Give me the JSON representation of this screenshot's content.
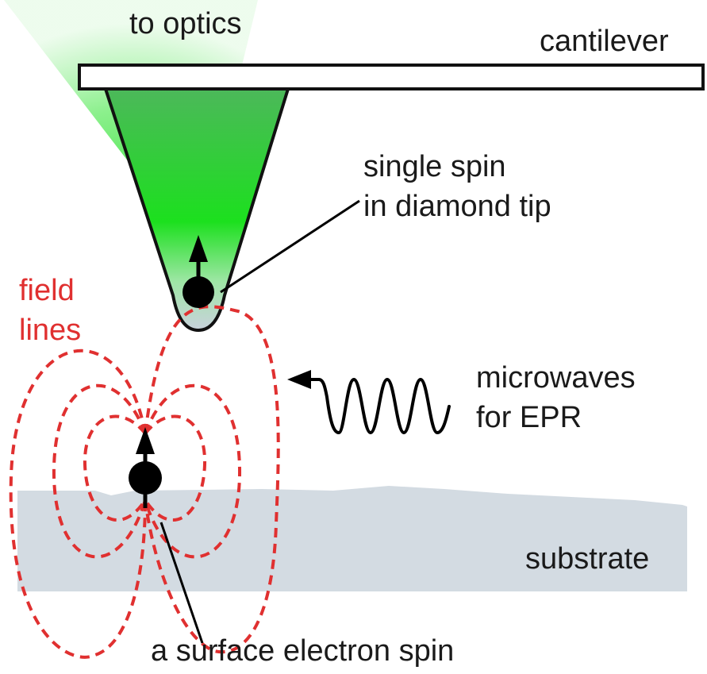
{
  "labels": {
    "to_optics": "to optics",
    "cantilever": "cantilever",
    "single_spin_line1": "single spin",
    "single_spin_line2": "in diamond tip",
    "field_lines_line1": "field",
    "field_lines_line2": "lines",
    "microwaves_line1": "microwaves",
    "microwaves_line2": "for EPR",
    "substrate": "substrate",
    "surface_spin": "a surface electron spin"
  },
  "colors": {
    "laser_green": "#27e02a",
    "field_line_red": "#e03030",
    "substrate_gray": "#d3dbe2",
    "tip_gray": "#c9d2dc",
    "spin_black": "#000000"
  }
}
